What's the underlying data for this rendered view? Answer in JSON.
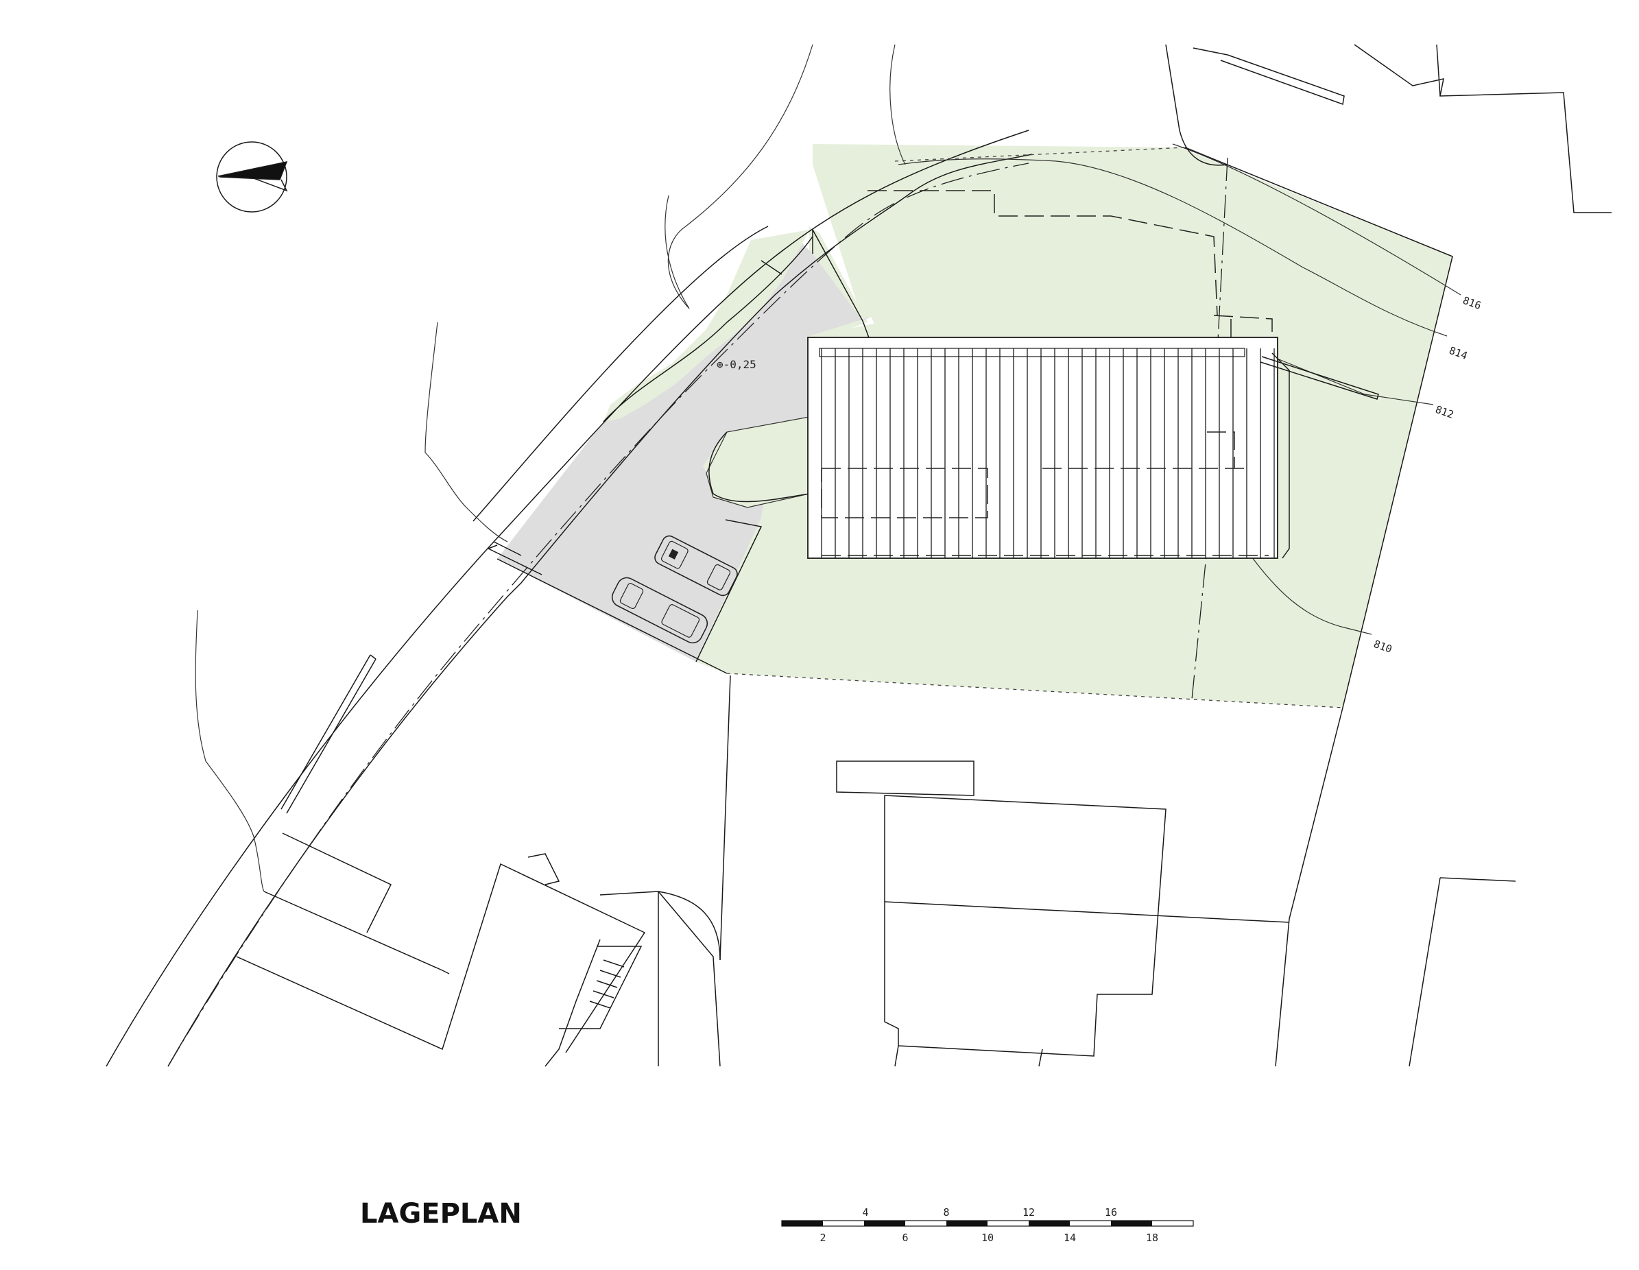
{
  "drawing": {
    "title": "LAGEPLAN",
    "level_marker": "⊕-0,25",
    "contours": [
      "816",
      "814",
      "812",
      "810"
    ]
  },
  "scale_bar": {
    "top_labels": [
      "4",
      "8",
      "12",
      "16"
    ],
    "bottom_labels": [
      "2",
      "6",
      "10",
      "14",
      "18"
    ]
  },
  "colors": {
    "garden": "#e6efdb",
    "parking": "#dedede",
    "line": "#1a1a1a"
  },
  "icons": [
    "north-arrow-icon",
    "car-icon"
  ]
}
